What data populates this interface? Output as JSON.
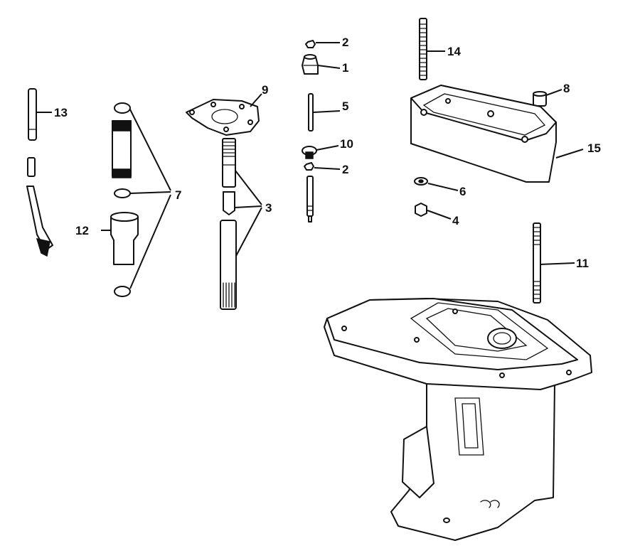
{
  "callouts": {
    "c1": "1",
    "c2a": "2",
    "c2b": "2",
    "c3": "3",
    "c4": "4",
    "c5": "5",
    "c6": "6",
    "c7": "7",
    "c8": "8",
    "c9": "9",
    "c10": "10",
    "c11": "11",
    "c12": "12",
    "c13": "13",
    "c14": "14",
    "c15": "15"
  },
  "colors": {
    "ink": "#111111",
    "paper": "#ffffff"
  }
}
